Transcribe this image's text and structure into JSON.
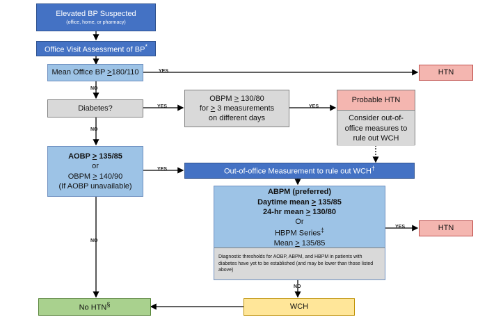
{
  "nodes": {
    "elevated": {
      "title": "Elevated BP Suspected",
      "subtitle": "(office, home, or pharmacy)"
    },
    "office_visit": {
      "text": "Office Visit Assessment of BP",
      "sup": "*"
    },
    "mean_office": {
      "prefix": "Mean Office BP ",
      "threshold": "180/110",
      "cmp": ">"
    },
    "htn_top": {
      "text": "HTN"
    },
    "diabetes": {
      "text": "Diabetes?"
    },
    "obpm": {
      "line1_prefix": "OBPM ",
      "line1_cmp": ">",
      "line1_value": " 130/80",
      "line2_prefix": "for ",
      "line2_cmp": ">",
      "line2_value": " 3 measurements",
      "line3": "on different days"
    },
    "probable_htn": {
      "title": "Probable HTN",
      "body": "Consider out-of-office measures to rule out WCH"
    },
    "aobp": {
      "line1_prefix": "AOBP ",
      "line1_cmp": ">",
      "line1_value": " 135/85",
      "or": "or",
      "line3_prefix": "OBPM ",
      "line3_cmp": ">",
      "line3_value": " 140/90",
      "line4": "(If AOBP unavailable)"
    },
    "out_of_office": {
      "text": "Out-of-office Measurement to rule out WCH",
      "sup": "†"
    },
    "abpm": {
      "line1": "ABPM (preferred)",
      "line2_prefix": "Daytime mean ",
      "line2_cmp": ">",
      "line2_value": " 135/85",
      "line3_prefix": "24-hr mean ",
      "line3_cmp": ">",
      "line3_value": " 130/80",
      "or": "Or",
      "line5": "HBPM Series",
      "line5_sup": "‡",
      "line6_prefix": "Mean ",
      "line6_cmp": ">",
      "line6_value": " 135/85",
      "note": "Diagnostic thresholds for AOBP, ABPM, and HBPM in patients with diabetes have yet to be established (and may be lower than those listed above)"
    },
    "htn_bottom": {
      "text": "HTN"
    },
    "no_htn": {
      "text": "No HTN",
      "sup": "§"
    },
    "wch": {
      "text": "WCH"
    }
  },
  "edge_labels": {
    "yes1": "YES",
    "no1": "NO",
    "yes2": "YES",
    "yes3": "YES",
    "no2": "NO",
    "yes4": "YES",
    "no3": "NO",
    "yes5": "YES",
    "no4": "NO"
  }
}
